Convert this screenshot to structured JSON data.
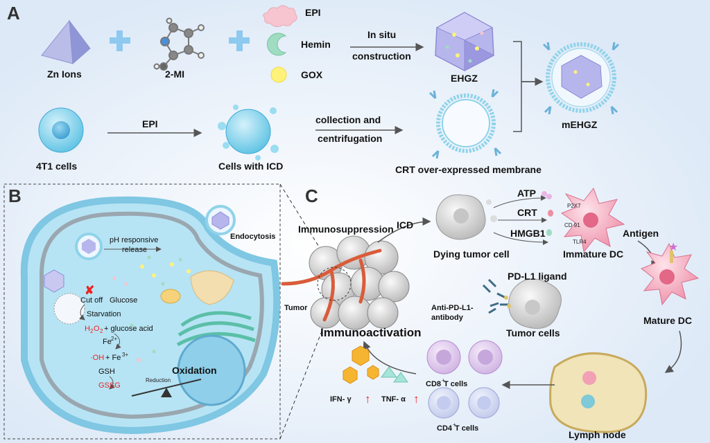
{
  "panels": {
    "a": "A",
    "b": "B",
    "c": "C"
  },
  "panel_a": {
    "zn_ions": "Zn Ions",
    "two_mi": "2-MI",
    "epi_legend": "EPI",
    "hemin_legend": "Hemin",
    "gox_legend": "GOX",
    "in_situ": "In situ",
    "construction": "construction",
    "ehgz": "EHGZ",
    "cells_4t1": "4T1  cells",
    "epi_arrow": "EPI",
    "cells_icd": "Cells with ICD",
    "collection": "collection and",
    "centrifugation": "centrifugation",
    "crt_membrane": "CRT over-expressed membrane",
    "mehgz": "mEHGZ"
  },
  "panel_b": {
    "endocytosis": "Endocytosis",
    "ph_responsive": "pH responsive",
    "release": "release",
    "cut_off": "Cut off",
    "glucose": "Glucose",
    "starvation": "Starvation",
    "h2o2_h2": "H",
    "h2o2_sub2": "2",
    "h2o2_o": "O",
    "h2o2_sub2b": "2",
    "glucose_acid": "+ glucose acid",
    "fe2": "Fe",
    "fe2_sup": "2+",
    "oh": "·OH",
    "fe3": "+ Fe",
    "fe3_sup": "3+",
    "gsh": "GSH",
    "gssg": "GSSG",
    "reduction": "Reduction",
    "oxidation": "Oxidation"
  },
  "panel_c": {
    "immunosuppression": "Immunosuppression",
    "icd": "ICD",
    "dying_tumor_cell": "Dying tumor cell",
    "atp": "ATP",
    "crt": "CRT",
    "hmgb1": "HMGB1",
    "p2x7": "P2X7",
    "cd91": "CD 91",
    "tlr4": "TLR4",
    "antigen": "Antigen",
    "immature_dc": "Immature DC",
    "mature_dc": "Mature DC",
    "tumor": "Tumor",
    "pdl1_ligand": "PD-L1 ligand",
    "anti_pdl1_1": "Anti-PD-L1-",
    "anti_pdl1_2": "antibody",
    "tumor_cells": "Tumor cells",
    "immunoactivation": "Immunoactivation",
    "cd8": "CD8",
    "cd8_sup": "+",
    "cd8_t": " T cells",
    "cd4": "CD4",
    "cd4_sup": "+",
    "cd4_t": " T cells",
    "ifn": "IFN- γ",
    "tnf": "TNF- α",
    "lymph_node": "Lymph node"
  },
  "colors": {
    "red_text": "#e22222",
    "arrow": "#555555",
    "cell_blue": "#8fd3ea",
    "dc_pink": "#f2a0b5"
  }
}
